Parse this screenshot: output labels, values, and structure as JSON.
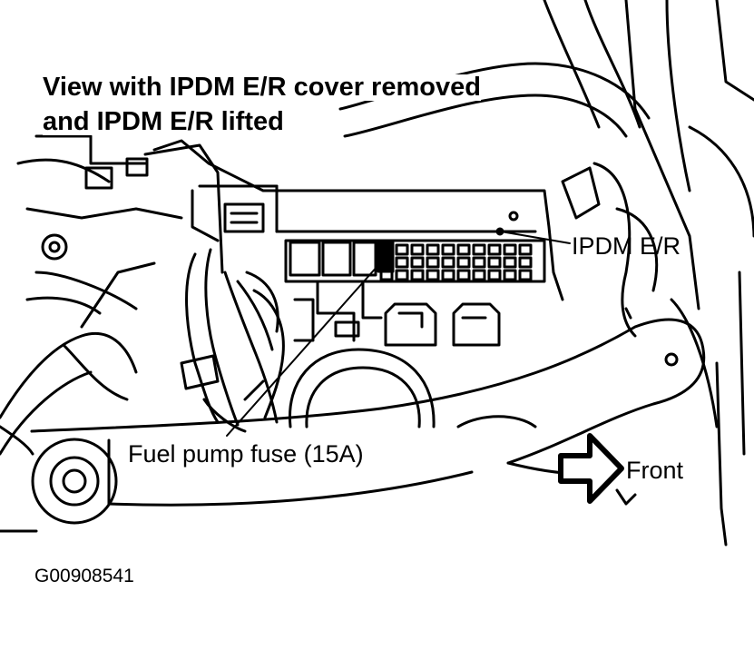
{
  "callouts": {
    "title_line1": "View with IPDM E/R cover removed",
    "title_line2": "and IPDM E/R lifted",
    "ipdm": "IPDM E/R",
    "fuel_pump_fuse": "Fuel pump fuse (15A)",
    "front": "Front"
  },
  "figure_id": "G00908541"
}
